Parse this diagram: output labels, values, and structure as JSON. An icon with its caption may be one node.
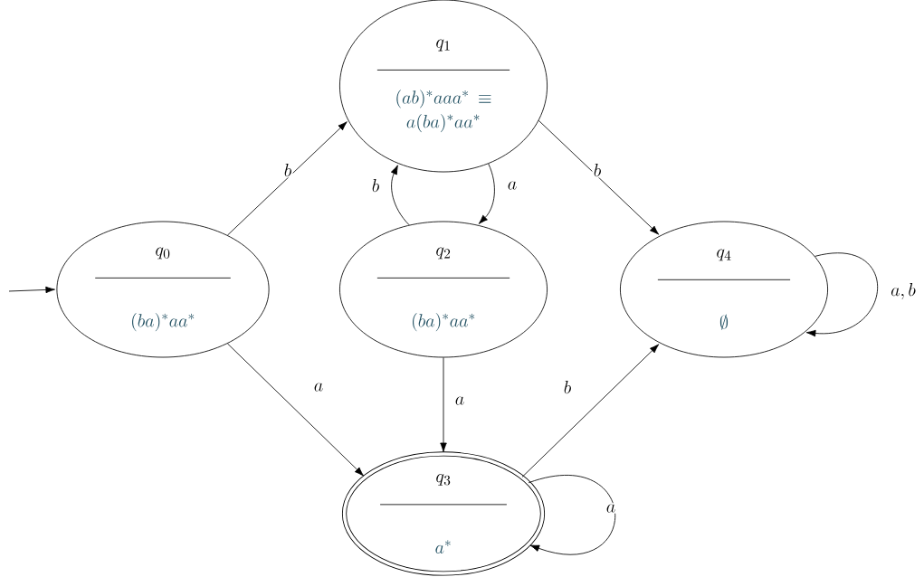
{
  "diagram": {
    "nodes": [
      {
        "text": [
          "q_0",
          "(ba)^*aa^*"
        ]
      },
      {
        "text": [
          "q_1",
          "(ab)^*aaa^* \\equiv a(ba)^*aa^*"
        ]
      },
      {
        "text": [
          "q_2",
          "(ba)^*aa^*"
        ]
      },
      {
        "text": [
          "q_3",
          "a^*"
        ]
      },
      {
        "text": [
          "q_4",
          "\\emptyset"
        ]
      }
    ],
    "edges": [
      {
        "from": null,
        "to": 0,
        "arrow": "to"
      },
      {
        "from": 0,
        "to": 1,
        "arrow": "to",
        "label": "b"
      },
      {
        "from": 0,
        "to": 3,
        "arrow": "to",
        "label": "a"
      },
      {
        "from": 1,
        "to": 2,
        "arrow": "to",
        "label": "a"
      },
      {
        "from": 2,
        "to": 1,
        "arrow": "to",
        "label": "b"
      },
      {
        "from": 1,
        "to": 4,
        "arrow": "to",
        "label": "b"
      },
      {
        "from": 2,
        "to": 3,
        "arrow": "to",
        "label": "a"
      },
      {
        "from": 3,
        "to": 4,
        "arrow": "to",
        "label": "b"
      },
      {
        "from": 3,
        "to": 3,
        "arrow": "to",
        "label": "a"
      },
      {
        "from": 4,
        "to": 4,
        "arrow": "to",
        "label": "a, b"
      }
    ]
  }
}
